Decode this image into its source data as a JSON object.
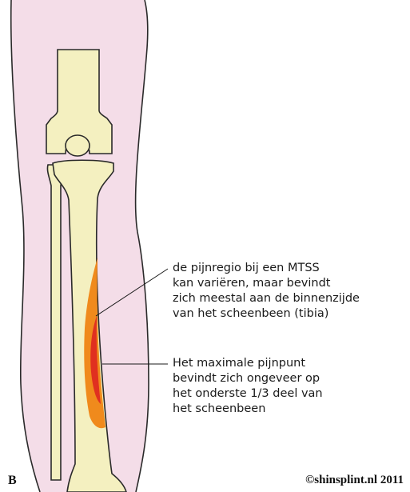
{
  "annotations": {
    "pain_region": {
      "lines": [
        "de pijnregio bij een MTSS",
        "kan variëren, maar bevindt",
        "zich meestal aan de binnenzijde",
        "van het scheenbeen (tibia)"
      ]
    },
    "max_pain_point": {
      "lines": [
        "Het maximale pijnpunt",
        "bevindt zich ongeveer op",
        "het onderste 1/3 deel van",
        "het scheenbeen"
      ]
    }
  },
  "panel_letter": "B",
  "copyright": "©shinsplint.nl 2011",
  "colors": {
    "skin": "#f4dde8",
    "bone": "#f4f0c0",
    "outline": "#2a2a2a",
    "pain_region": "#f08a1c",
    "max_pain": "#e03020"
  }
}
